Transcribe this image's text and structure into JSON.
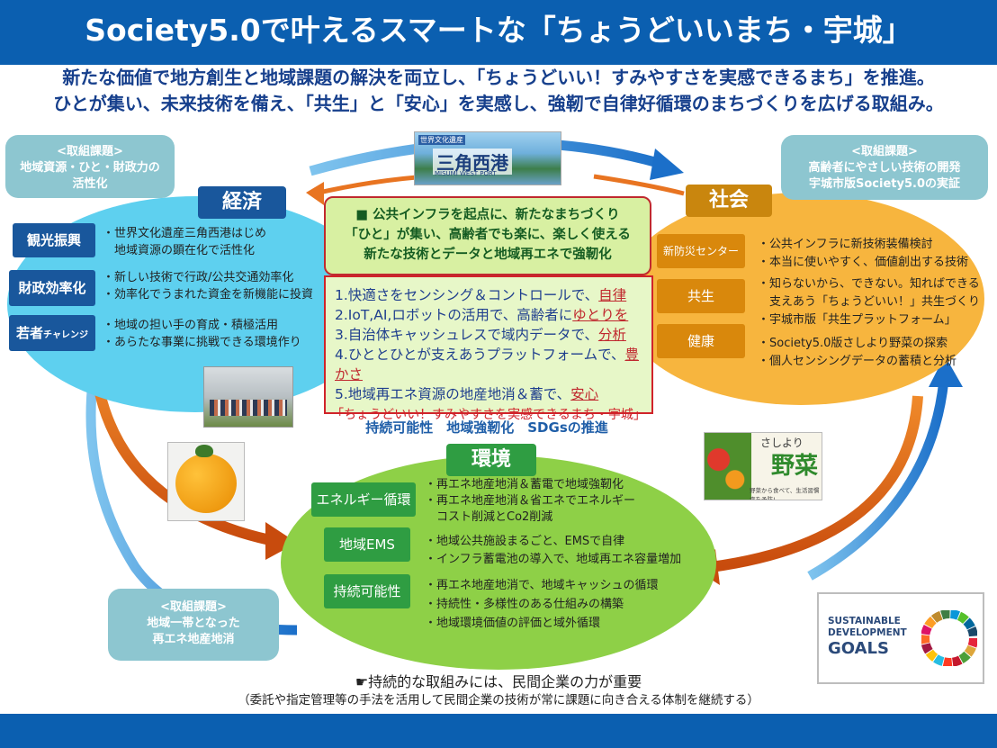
{
  "title": "Society5.0で叶えるスマートな「ちょうどいいまち・宇城」",
  "subtitle": [
    "新たな価値で地方創生と地域課題の解決を両立し、「ちょうどいい！すみやすさを実感できるまち」を推進。",
    "ひとが集い、未来技術を備え、「共生」と「安心」を実感し、強靭で自律好循環のまちづくりを広げる取組み。"
  ],
  "issues": {
    "economy": {
      "header": "<取組課題>",
      "text": [
        "地域資源・ひと・財政力の",
        "活性化"
      ]
    },
    "society": {
      "header": "<取組課題>",
      "text": [
        "高齢者にやさしい技術の開発",
        "宇城市版Society5.0の実証"
      ]
    },
    "environment": {
      "header": "<取組課題>",
      "text": [
        "地域一帯となった",
        "再エネ地産地消"
      ]
    }
  },
  "economy": {
    "label": "経済",
    "categories": [
      {
        "name": "観光振興",
        "small": "",
        "bullets": [
          "・世界文化遺産三角西港はじめ",
          "　地域資源の顕在化で活性化"
        ]
      },
      {
        "name": "財政効率化",
        "small": "",
        "bullets": [
          "・新しい技術で行政/公共交通効率化",
          "・効率化でうまれた資金を新機能に投資"
        ]
      },
      {
        "name": "若者",
        "small": "チャレンジ",
        "bullets": [
          "・地域の担い手の育成・積極活用",
          "・あらたな事業に挑戦できる環境作り"
        ]
      }
    ]
  },
  "society": {
    "label": "社会",
    "categories": [
      {
        "name": "新防災センター"
      },
      {
        "name": "共生"
      },
      {
        "name": "健康"
      }
    ],
    "bullets": [
      "・公共インフラに新技術装備検討",
      "・本当に使いやすく、価値創出する技術",
      "・知らないから、できない。知ればできる",
      "　支えあう「ちょうどいい！」共生づくり",
      "・宇城市版「共生プラットフォーム」",
      "・Society5.0版さしより野菜の探索",
      "・個人センシングデータの蓄積と分析"
    ]
  },
  "environment": {
    "label": "環境",
    "categories": [
      {
        "name": "エネルギー循環",
        "bullets": [
          "・再エネ地産地消＆蓄電で地域強靭化",
          "・再エネ地産地消＆省エネでエネルギー",
          "　コスト削減とCo2削減"
        ]
      },
      {
        "name": "地域EMS",
        "bullets": [
          "・地域公共施設まるごと、EMSで自律",
          "・インフラ蓄電池の導入で、地域再エネ容量増加"
        ]
      },
      {
        "name": "持続可能性",
        "bullets": [
          "・再エネ地産地消で、地域キャッシュの循環",
          "・持続性・多様性のある仕組みの構築",
          "・地域環境価値の評価と域外循環"
        ]
      }
    ]
  },
  "center": {
    "headline": [
      "■ 公共インフラを起点に、新たなまちづくり",
      "「ひと」が集い、高齢者でも楽に、楽しく使える",
      "新たな技術とデータと地域再エネで強靭化"
    ],
    "items": [
      {
        "text": "1.快適さをセンシング＆コントロールで、",
        "key": "自律"
      },
      {
        "text": "2.IoT,AI,ロボットの活用で、高齢者に",
        "key": "ゆとりを"
      },
      {
        "text": "3.自治体キャッシュレスで域内データで、",
        "key": "分析"
      },
      {
        "text": "4.ひととひとが支えあうプラットフォームで、",
        "key": "豊かさ"
      },
      {
        "text": "5.地域再エネ資源の地産地消＆蓄で、",
        "key": "安心"
      }
    ],
    "slogan": "「ちょうどいい！すみやすさを実感できるまち・宇城」",
    "sdg_line": "持続可能性　地域強靭化　SDGsの推進"
  },
  "photo_port": {
    "small": "世界文化遺産",
    "name": "三角西港",
    "romaji": "MISUMI WEST PORT"
  },
  "photo_veg": {
    "text1": "さしより",
    "text2": "野菜",
    "caption": "野菜から食べて、生活習慣病を予防!"
  },
  "sdgs_logo": {
    "line1": "SUSTAINABLE",
    "line2": "DEVELOPMENT",
    "line3": "GOALS"
  },
  "footer": {
    "main": "☛持続的な取組みには、民間企業の力が重要",
    "sub": "（委託や指定管理等の手法を活用して民間企業の技術が常に課題に向き合える体制を継続する）"
  },
  "colors": {
    "brand_blue": "#0b5fb0",
    "economy": "#5ed0ef",
    "society": "#f7b53e",
    "environment": "#8ed047",
    "issue": "#8dc6d0",
    "red": "#c0292f"
  }
}
